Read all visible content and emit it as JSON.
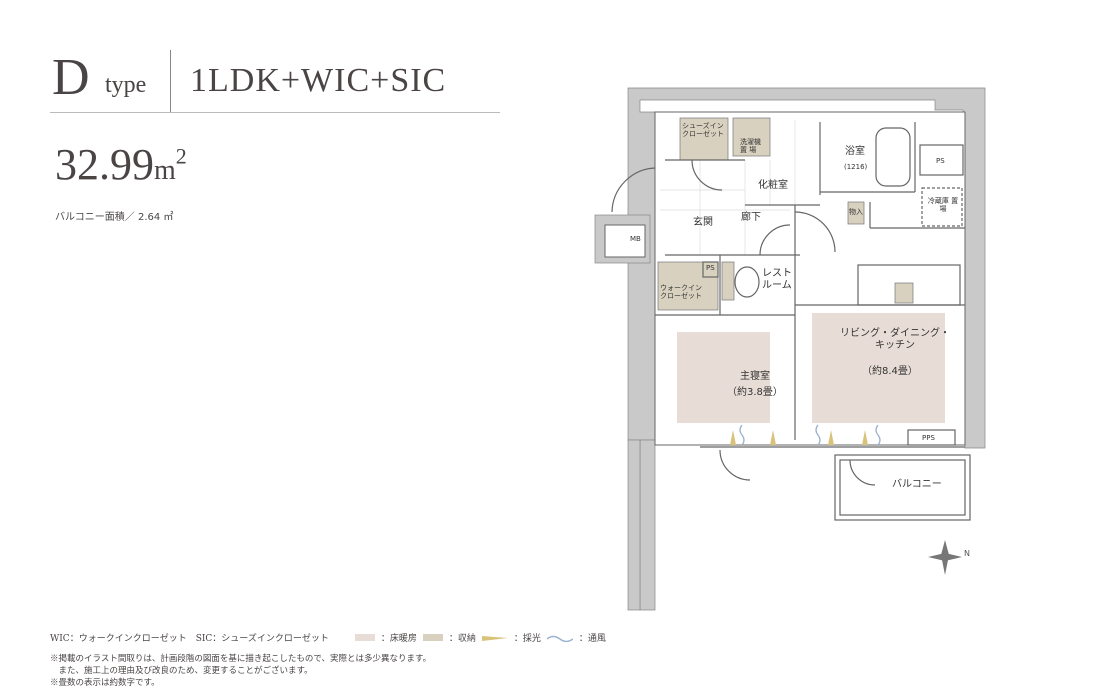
{
  "header": {
    "type_letter": "D",
    "type_word": "type",
    "plan": "1LDK+WIC+SIC",
    "area": "32.99",
    "area_unit": "m",
    "area_sup": "2",
    "balcony_area": "バルコニー面積／ 2.64 ㎡"
  },
  "rooms": {
    "sic": "シューズイン クローゼット",
    "washer": "洗濯機 置 場",
    "bath": "浴室",
    "bath_size": "(1216)",
    "ps1": "PS",
    "vanity": "化粧室",
    "fridge": "冷蔵庫 置 場",
    "storage": "物入",
    "entrance": "玄関",
    "hall": "廊下",
    "mb": "MB",
    "ps2": "PS",
    "wic": "ウォークイン クローゼット",
    "restroom": "レスト ルーム",
    "ldk": "リビング・ダイニング・ キッチン",
    "ldk_size": "（約8.4畳）",
    "bedroom": "主寝室",
    "bedroom_size": "（約3.8畳）",
    "pps": "PPS",
    "balcony": "バルコニー"
  },
  "legend": {
    "abbr": "WIC：ウォークインクローゼット　SIC：シューズインクローゼット",
    "floor_heating": "：床暖房",
    "storage": "：収納",
    "light": "：採光",
    "ventilation": "：通風"
  },
  "notes": [
    "※掲載のイラスト間取りは、計画段階の図面を基に描き起こしたもので、実際とは多少異なります。",
    "　また、施工上の理由及び改良のため、変更することがございます。",
    "※畳数の表示は約数字です。"
  ],
  "colors": {
    "wall": "#c9c9c9",
    "floor_heating": "#e8ddd6",
    "storage": "#d8d1bf",
    "light": "#d9c27a",
    "vent": "#9ab3cf"
  }
}
